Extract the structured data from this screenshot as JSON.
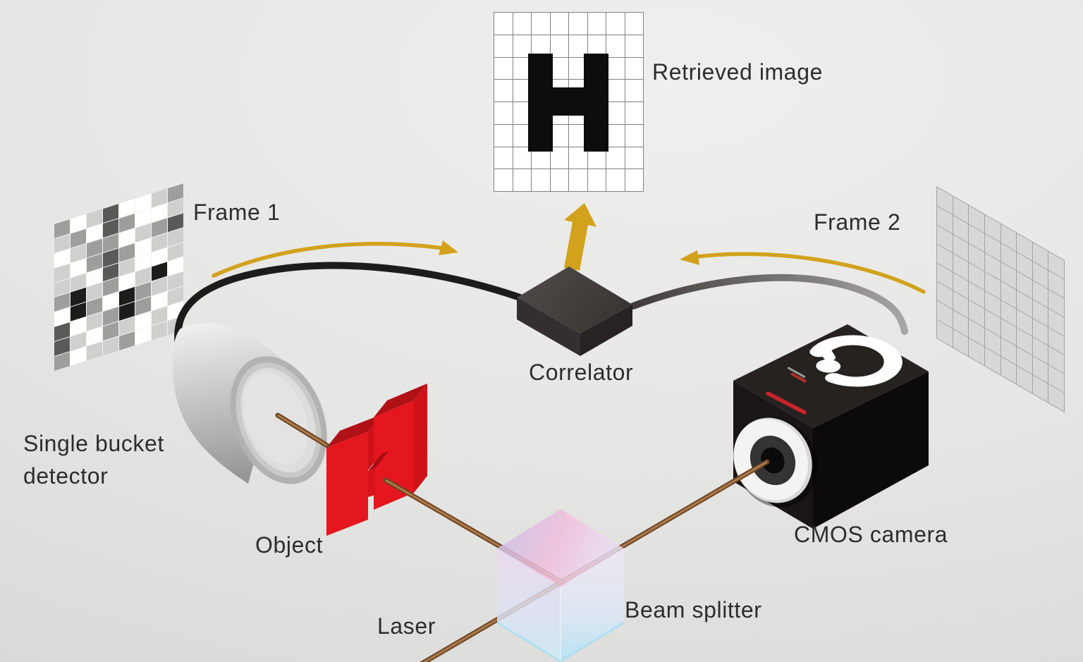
{
  "labels": {
    "retrieved_image": "Retrieved image",
    "frame1": "Frame 1",
    "frame2": "Frame 2",
    "correlator": "Correlator",
    "detector_line1": "Single bucket",
    "detector_line2": "detector",
    "object": "Object",
    "laser": "Laser",
    "beam_splitter": "Beam splitter",
    "cmos_camera": "CMOS camera"
  },
  "colors": {
    "background_light": "#efefed",
    "background_dark": "#d6d6d4",
    "accent_gold": "#d2a21d",
    "laser_beam_dark": "#6b4527",
    "laser_beam_light": "#ad7a48",
    "object_red_front": "#e4161e",
    "object_red_top": "#b01117",
    "camera_body_black": "#191615",
    "camera_stripe_red": "#c8242b",
    "correlator_top": "#45413f",
    "detector_silver": "#c9c9c7",
    "cable_black": "#1c1c1c",
    "cable_gray": "#8a8a88",
    "text": "#2d2d2d"
  },
  "retrieved_image_panel": {
    "cols": 8,
    "rows": 8,
    "letter": "H",
    "h_bars": [
      {
        "x": 0.227,
        "y": 0.23,
        "w": 0.167,
        "h": 0.55
      },
      {
        "x": 0.601,
        "y": 0.23,
        "w": 0.168,
        "h": 0.55
      },
      {
        "x": 0.376,
        "y": 0.42,
        "w": 0.245,
        "h": 0.158
      }
    ]
  },
  "frame1_panel": {
    "cols": 8,
    "rows": 10,
    "palette": {
      "W": "#ffffff",
      "L": "#cfcfcd",
      "M": "#9e9e9c",
      "D": "#5a5a58",
      "K": "#1c1c1a"
    },
    "cells": [
      "M W L D W W L M",
      "L M W D M W W L",
      "W L M M W L M D",
      "L W M D M W L L",
      "L L W D L W W L",
      "M K L M W L K W",
      "W K M W K M L L",
      "D W L M K M W L",
      "D L W M L W L W",
      "M W L L M W L L"
    ]
  },
  "frame2_panel": {
    "cols": 8,
    "rows": 8
  }
}
